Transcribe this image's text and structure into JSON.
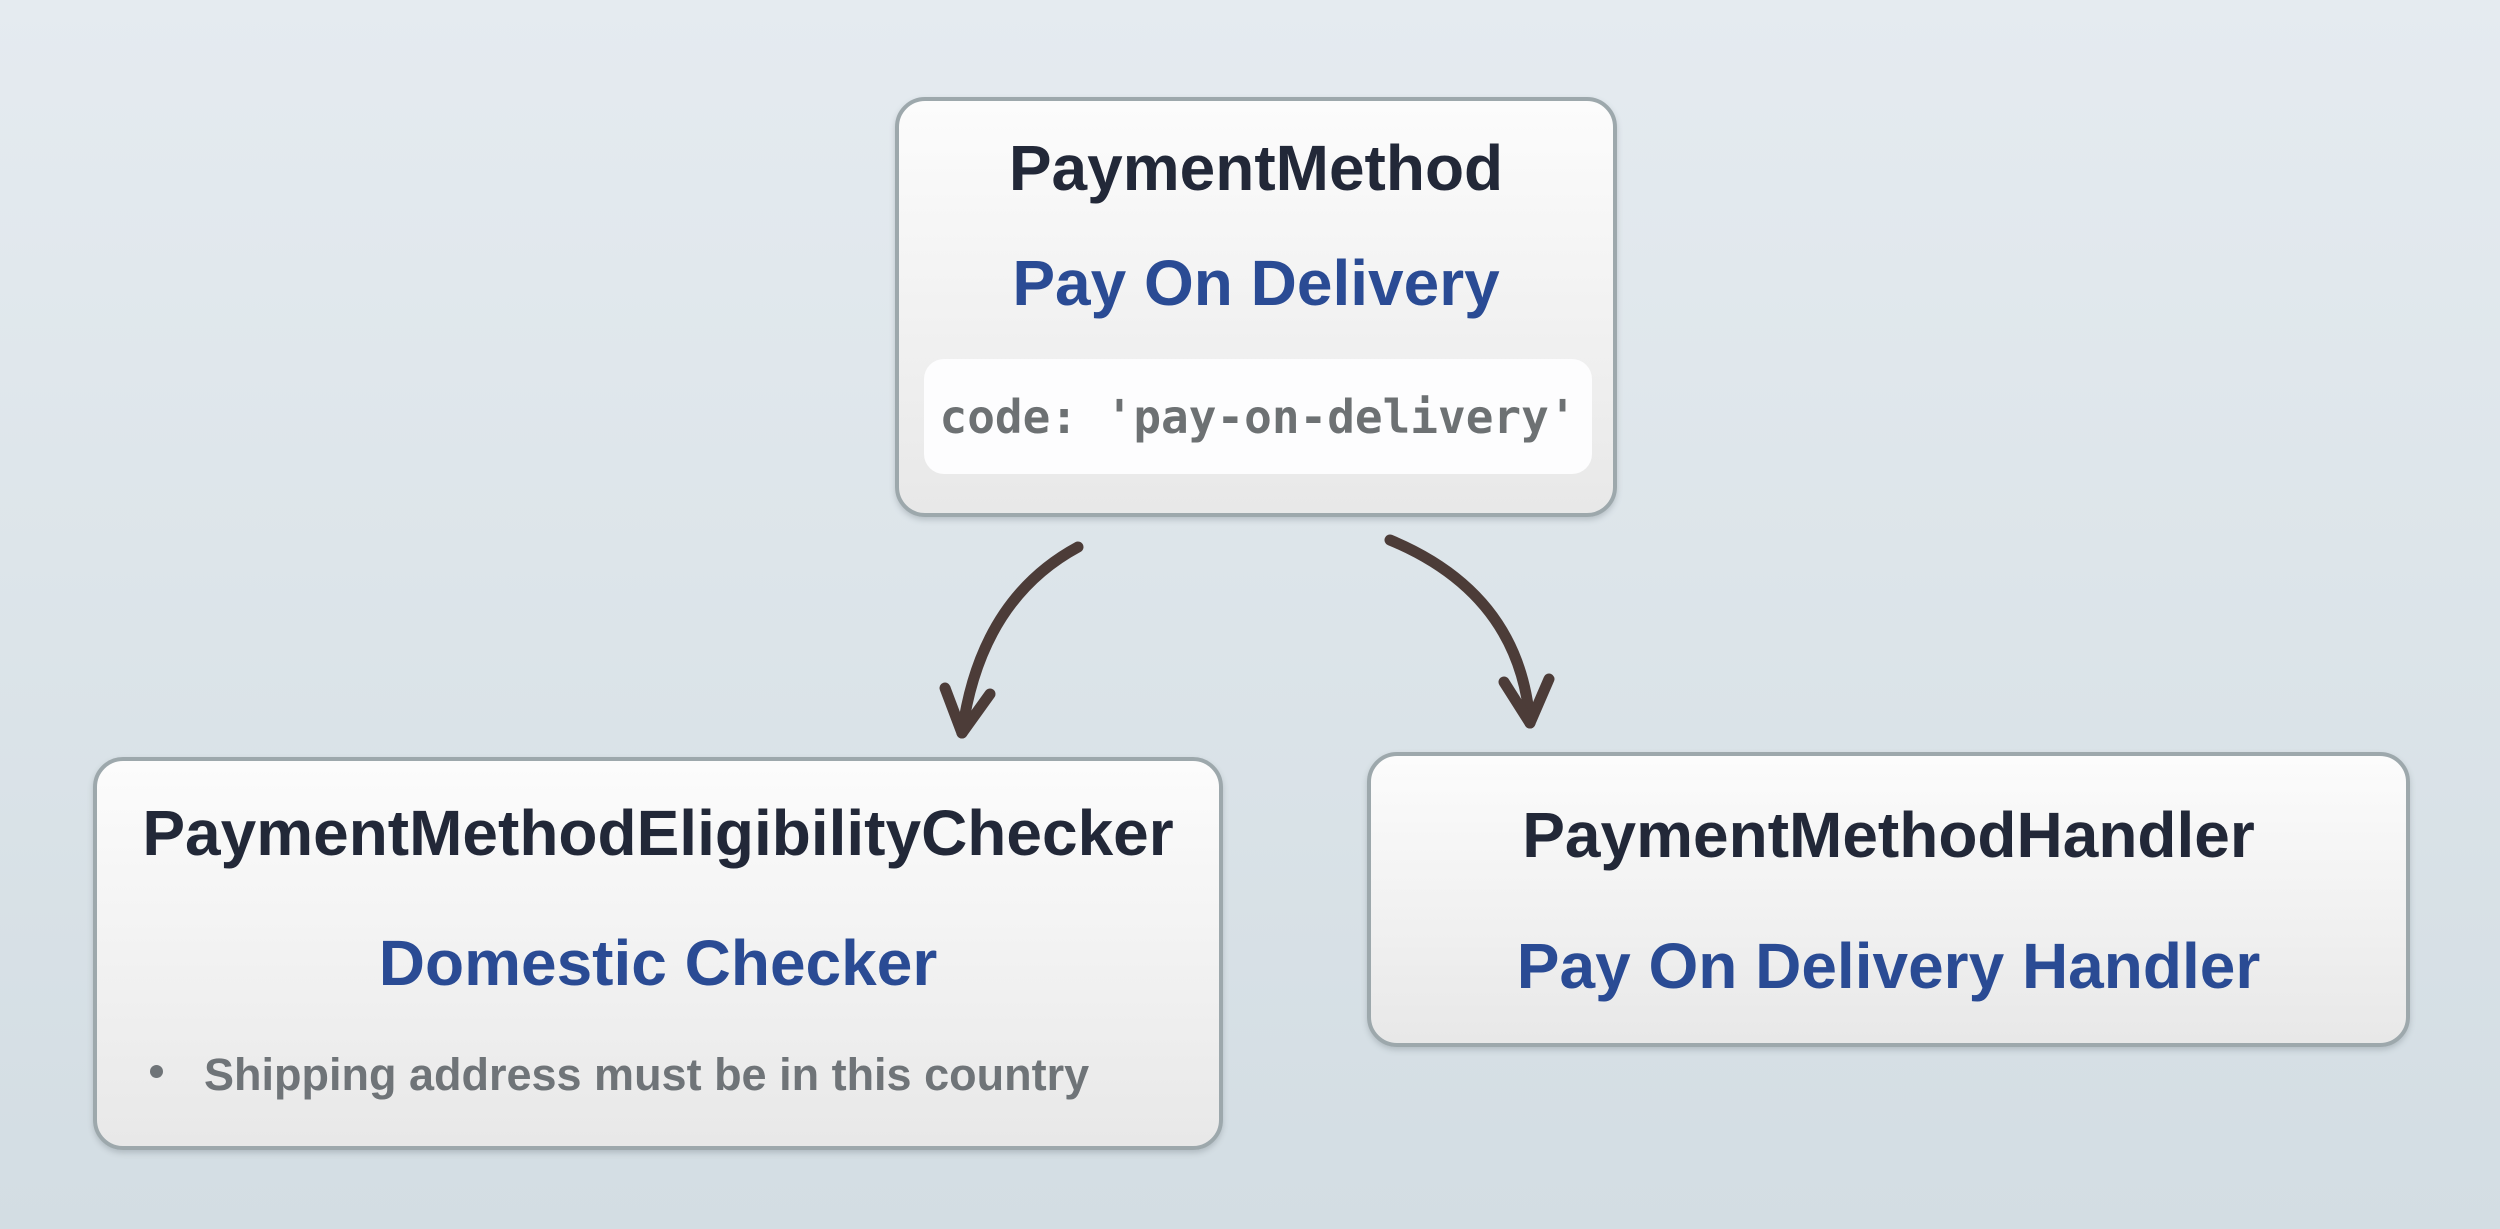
{
  "diagram": {
    "nodes": {
      "payment_method": {
        "title": "PaymentMethod",
        "subtitle": "Pay On Delivery",
        "code": "code: 'pay-on-delivery'"
      },
      "eligibility_checker": {
        "title": "PaymentMethodEligibilityChecker",
        "subtitle": "Domestic Checker",
        "bullets": [
          "Shipping address must be in this country"
        ]
      },
      "handler": {
        "title": "PaymentMethodHandler",
        "subtitle": "Pay On Delivery Handler"
      }
    },
    "edges": [
      {
        "from": "payment_method",
        "to": "eligibility_checker"
      },
      {
        "from": "payment_method",
        "to": "handler"
      }
    ]
  },
  "colors": {
    "title-color": "#222838",
    "accent-blue": "#2a4b94",
    "muted-gray": "#6f7478",
    "code-gray": "#6d7173",
    "node-border": "#9da8ac",
    "node-fill-top": "#fcfcfc",
    "node-fill-bottom": "#e8e8e8",
    "chip-bg": "#fdfdfe",
    "arrow-color": "#4c3c38",
    "bg-top": "#e5ebf0",
    "bg-bottom": "#d3dde3"
  }
}
